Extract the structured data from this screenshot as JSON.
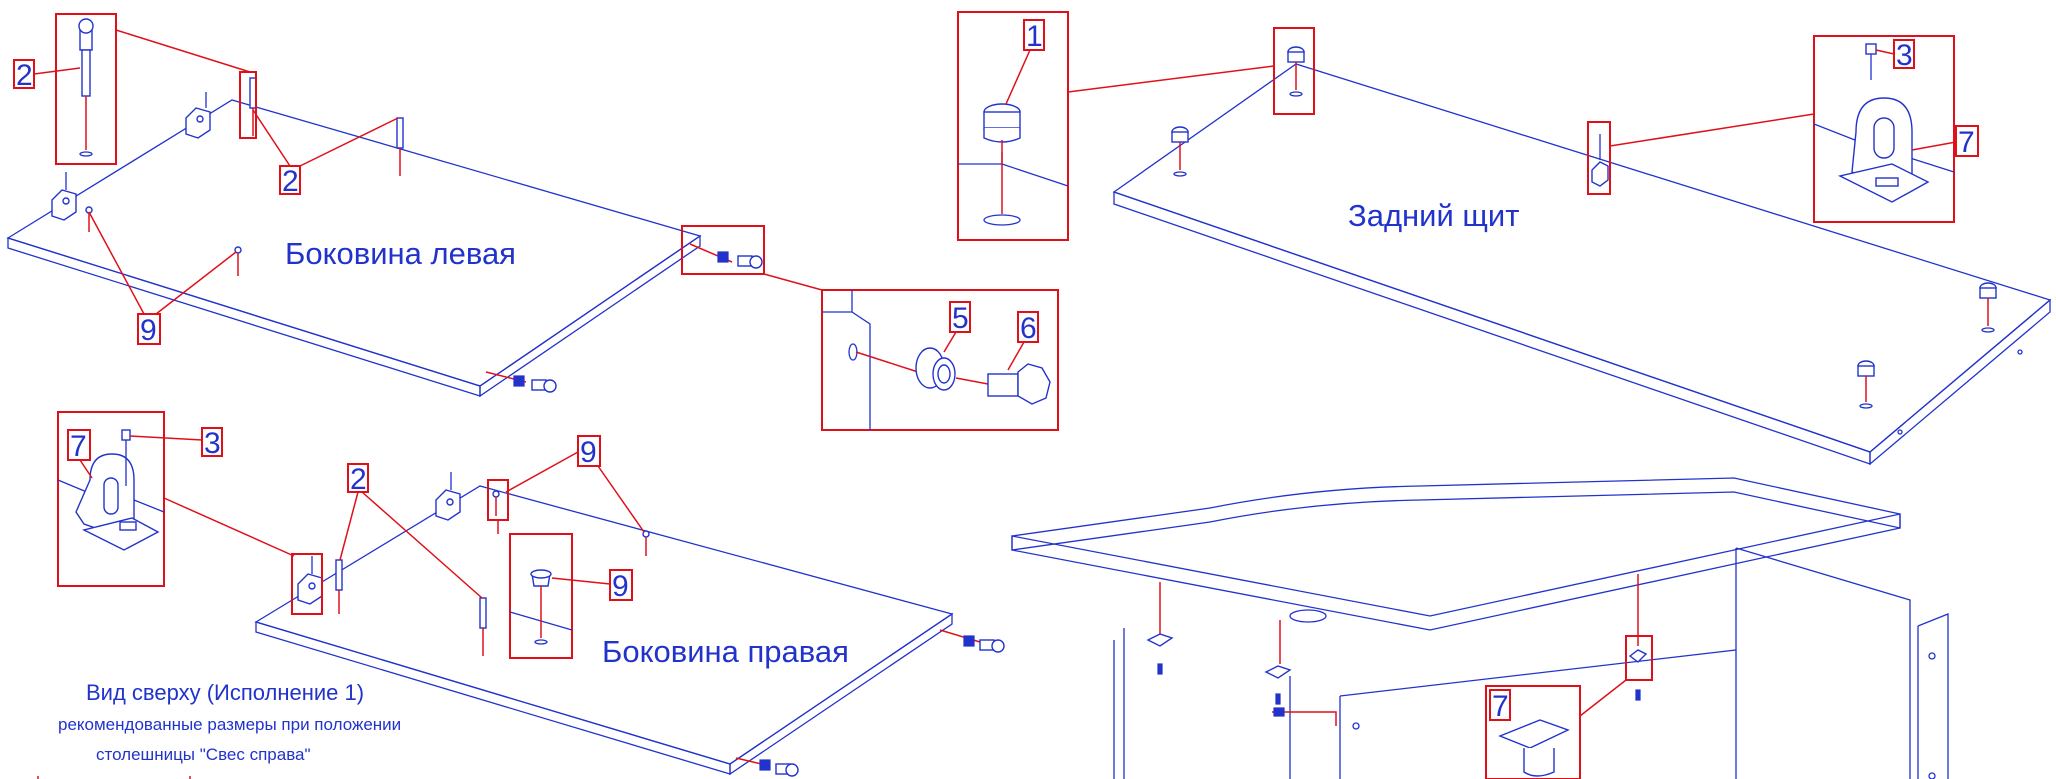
{
  "labels": {
    "left_side": "Боковина левая",
    "right_side": "Боковина правая",
    "back_panel": "Задний щит",
    "top_view_title": "Вид сверху (Исполнение 1)",
    "top_view_line2": "рекомендованные размеры при положении",
    "top_view_line3": "столешницы  \"Свес справа\""
  },
  "callouts": {
    "c1": "1",
    "c2a": "2",
    "c2b": "2",
    "c2c": "2",
    "c3a": "3",
    "c3b": "3",
    "c5": "5",
    "c6": "6",
    "c7a": "7",
    "c7b": "7",
    "c7c": "7",
    "c9a": "9",
    "c9b": "9",
    "c9c": "9"
  },
  "colors": {
    "line": "#2233cc",
    "leader": "#e0101a",
    "background": "#ffffff"
  }
}
